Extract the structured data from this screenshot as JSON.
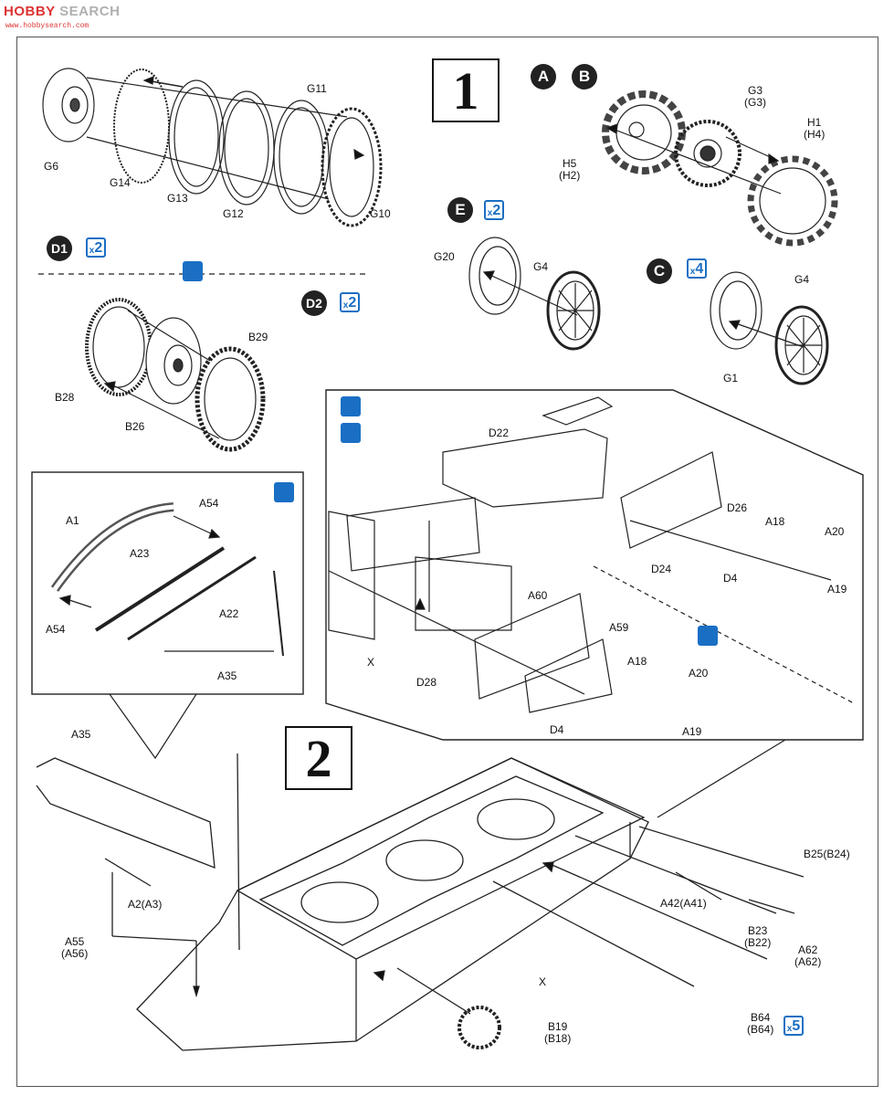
{
  "watermark": {
    "brand_a": "HOBBY",
    "brand_b": " SEARCH",
    "url": "www.hobbysearch.com"
  },
  "steps": {
    "step1": "1",
    "step2": "2"
  },
  "badges": {
    "A": "A",
    "B": "B",
    "C": "C",
    "E": "E",
    "D1": "D1",
    "D2": "D2"
  },
  "quantities": {
    "e": "2",
    "c": "4",
    "d1": "2",
    "d2": "2",
    "b64": "5",
    "x": "x"
  },
  "labels": {
    "G6": "G6",
    "G14": "G14",
    "G13": "G13",
    "G12": "G12",
    "G11": "G11",
    "G10": "G10",
    "H5": "H5\n(H2)",
    "G3": "G3\n(G3)",
    "H1": "H1\n(H4)",
    "G20": "G20",
    "G4e": "G4",
    "G4c": "G4",
    "G1": "G1",
    "B29": "B29",
    "B28": "B28",
    "B26": "B26",
    "A1": "A1",
    "A54a": "A54",
    "A23": "A23",
    "A22": "A22",
    "A54b": "A54",
    "A35a": "A35",
    "D22": "D22",
    "D26": "D26",
    "A18a": "A18",
    "A20a": "A20",
    "D24": "D24",
    "D4a": "D4",
    "A19a": "A19",
    "A60": "A60",
    "A59": "A59",
    "A18b": "A18",
    "A20b": "A20",
    "Xa": "X",
    "D28": "D28",
    "D4b": "D4",
    "A19b": "A19",
    "A35b": "A35",
    "A2": "A2(A3)",
    "A55": "A55\n(A56)",
    "B25": "B25(B24)",
    "A42": "A42(A41)",
    "B23": "B23\n(B22)",
    "A62": "A62\n(A62)",
    "Xb": "X",
    "B64": "B64\n(B64)",
    "B19": "B19\n(B18)"
  }
}
